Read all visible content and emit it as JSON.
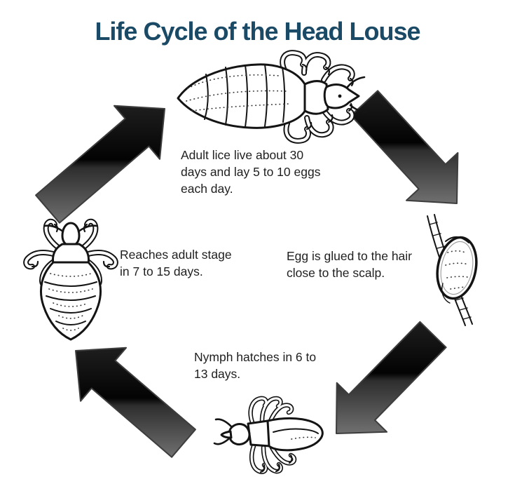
{
  "title": "Life Cycle of the Head Louse",
  "theme": {
    "title_color": "#1b4a66",
    "caption_color": "#1f1f1f",
    "ink": "#141414",
    "background": "#ffffff",
    "arrow_top": "#1e1e1e",
    "arrow_dark": "#030303",
    "arrow_mid": "#2e2e2e",
    "arrow_light": "#707070",
    "arrow_outline": "#3d3d3d"
  },
  "stages": [
    {
      "id": "adult",
      "illustration": "adult-louse-side-view",
      "caption": "Adult lice live about 30\ndays and lay 5 to 10 eggs\neach day."
    },
    {
      "id": "egg",
      "illustration": "egg-glued-to-hair",
      "caption": "Egg is glued to the hair\nclose to the scalp."
    },
    {
      "id": "nymph",
      "illustration": "nymph-side-view",
      "caption": "Nymph hatches in 6 to\n13 days."
    },
    {
      "id": "adult-stage",
      "illustration": "adult-louse-top-view",
      "caption": "Reaches adult stage\nin 7 to 15 days."
    }
  ]
}
